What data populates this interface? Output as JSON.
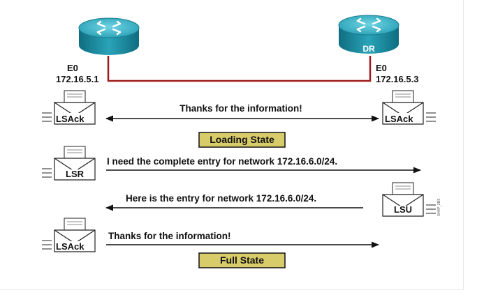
{
  "routers": {
    "left": {
      "label": "",
      "interface": "E0",
      "address": "172.16.5.1"
    },
    "right": {
      "label": "DR",
      "interface": "E0",
      "address": "172.16.5.3"
    }
  },
  "exchanges": [
    {
      "message": "Thanks for the information!",
      "left_packet": "LSAck",
      "right_packet": "LSAck"
    },
    {
      "message": "I need the complete entry for network 172.16.6.0/24.",
      "left_packet": "LSR"
    },
    {
      "message": "Here is the entry for network 172.16.6.0/24.",
      "right_packet": "LSU"
    },
    {
      "message": "Thanks for the information!",
      "left_packet": "LSAck"
    }
  ],
  "states": {
    "loading": "Loading State",
    "full": "Full State"
  },
  "figure_code": "SH4P_2B5",
  "colors": {
    "router_body": "#1f8fa6",
    "router_top": "#4cc0d2",
    "link": "#a01c1c",
    "state_badge": "#d8cb6a",
    "arrow": "#111111"
  }
}
